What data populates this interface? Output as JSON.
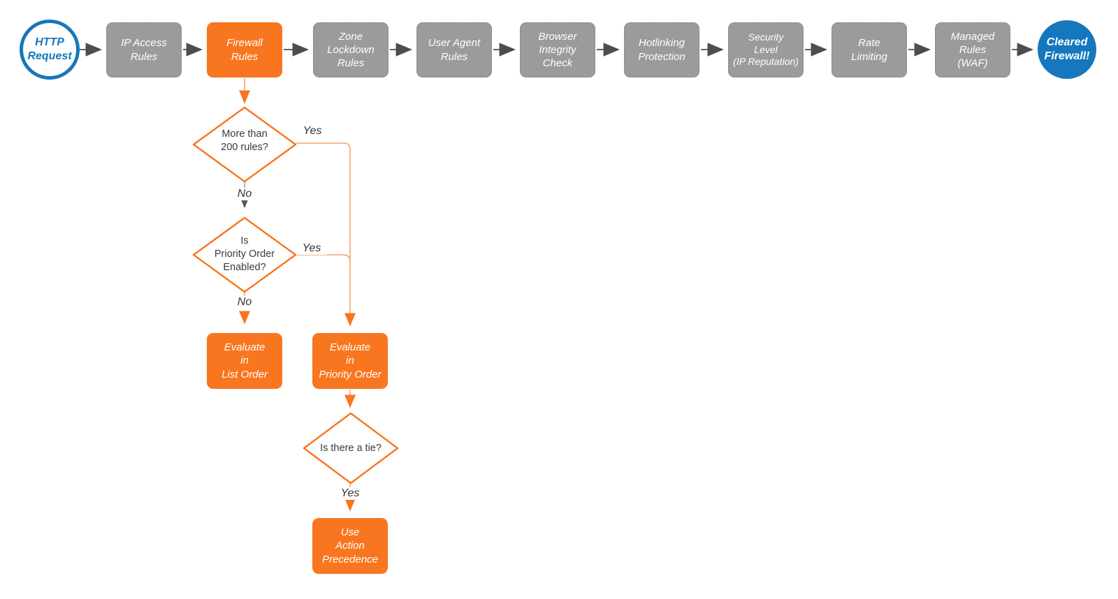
{
  "colors": {
    "accent_orange": "#F8761F",
    "connector_orange": "#F9A26B",
    "node_gray": "#9B9B9B",
    "brand_blue": "#1577BD",
    "arrow_dark": "#4D4D4D",
    "label_text": "#333333"
  },
  "pipeline": {
    "start": {
      "label": "HTTP\nRequest"
    },
    "steps": [
      {
        "label": "IP Access\nRules"
      },
      {
        "label": "Firewall\nRules",
        "highlighted": true
      },
      {
        "label": "Zone\nLockdown\nRules"
      },
      {
        "label": "User Agent\nRules"
      },
      {
        "label": "Browser\nIntegrity\nCheck"
      },
      {
        "label": "Hotlinking\nProtection"
      },
      {
        "label": "Security\nLevel\n(IP Reputation)"
      },
      {
        "label": "Rate\nLimiting"
      },
      {
        "label": "Managed\nRules\n(WAF)"
      }
    ],
    "end": {
      "label": "Cleared\nFirewall!"
    }
  },
  "branch": {
    "decision_rules_count": "More than\n200 rules?",
    "decision_priority_order": "Is\nPriority Order\nEnabled?",
    "decision_tie": "Is there a tie?",
    "box_list_order": "Evaluate\nin\nList Order",
    "box_priority_order": "Evaluate\nin\nPriority Order",
    "box_action_precedence": "Use\nAction\nPrecedence",
    "label_yes_rules": "Yes",
    "label_no_rules": "No",
    "label_yes_priority": "Yes",
    "label_no_priority": "No",
    "label_yes_tie": "Yes"
  }
}
